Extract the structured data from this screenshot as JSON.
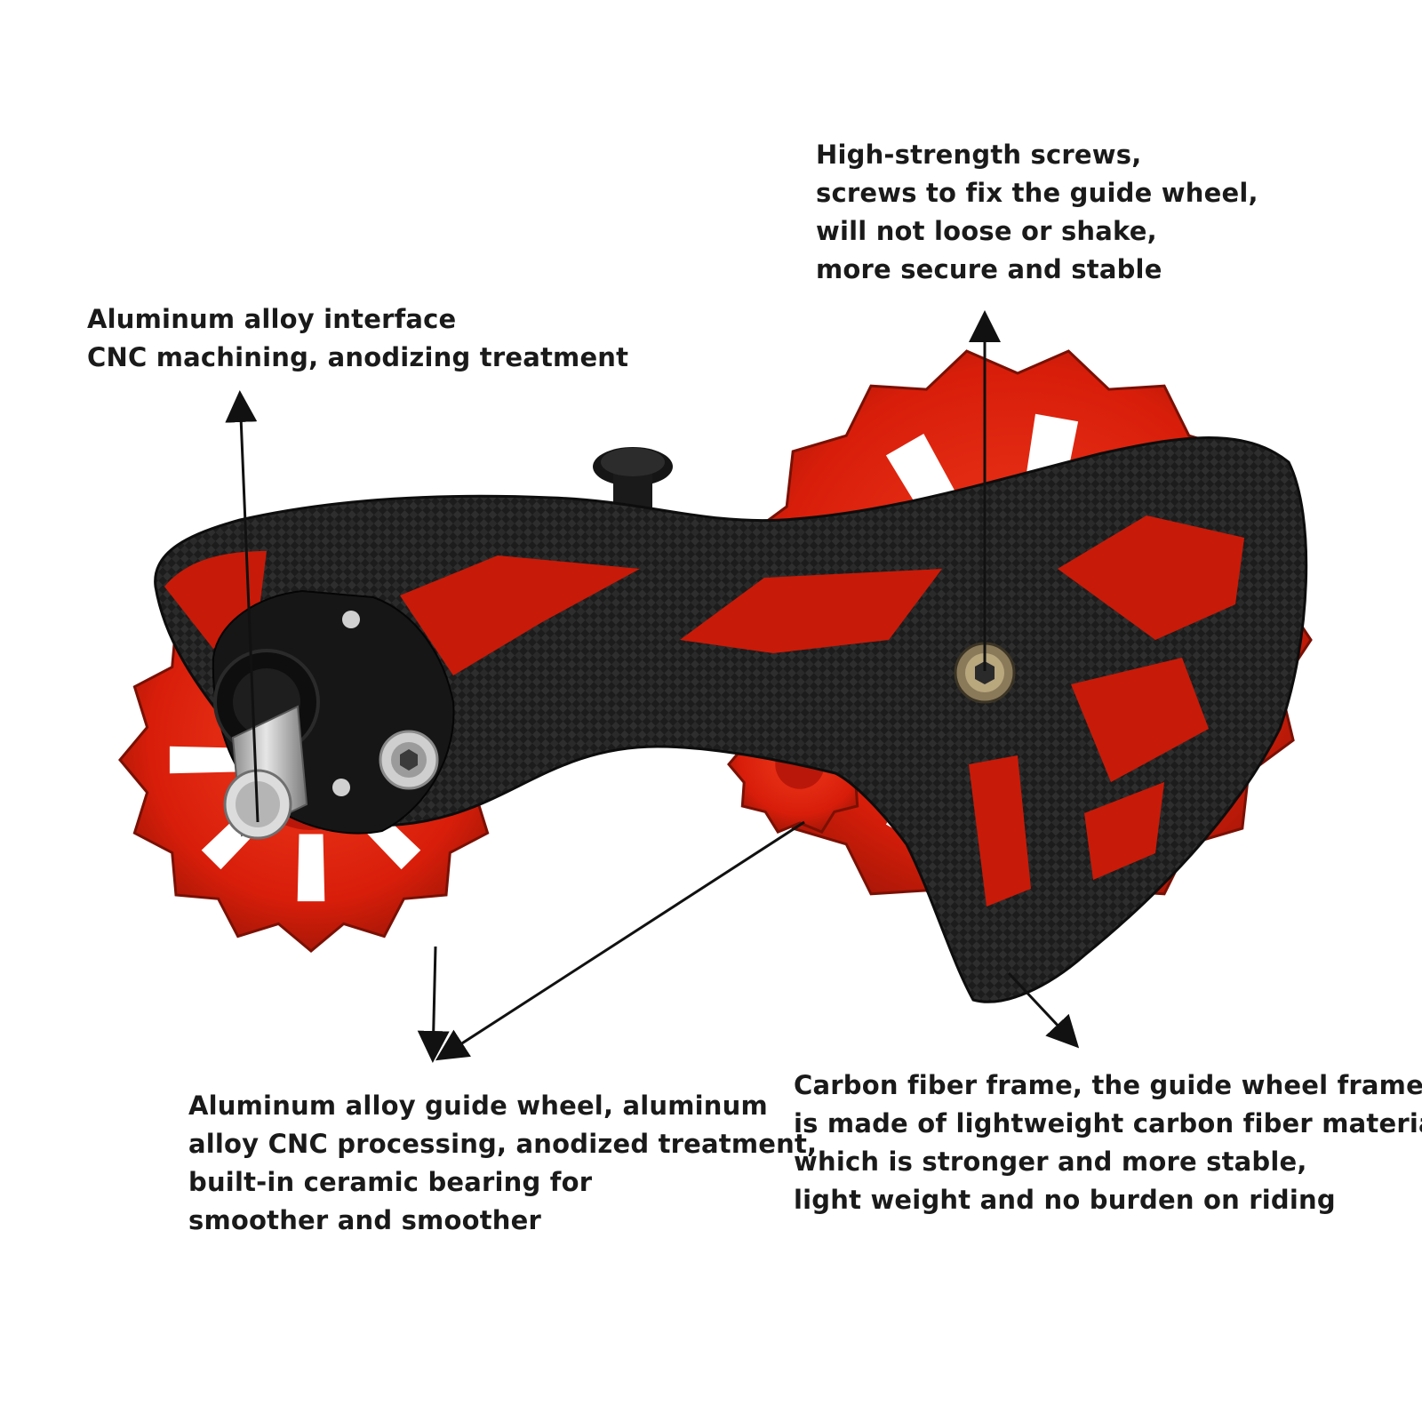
{
  "colors": {
    "background": "#ffffff",
    "text": "#1a1a1a",
    "carbon_dark": "#1c1c1c",
    "carbon_light": "#3a3a3a",
    "pulley_red": "#d81e0a",
    "pulley_red_dark": "#8e1205",
    "metal": "#c8c8c8",
    "arrow": "#111111"
  },
  "callouts": {
    "interface": {
      "lines": [
        "Aluminum alloy interface",
        "CNC machining, anodizing treatment"
      ]
    },
    "screws": {
      "lines": [
        "High-strength screws,",
        "screws to fix the guide wheel,",
        "will not loose or shake,",
        "more secure and stable"
      ]
    },
    "guide_wheel": {
      "lines": [
        "Aluminum alloy guide wheel, aluminum",
        "alloy CNC processing, anodized treatment,",
        "built-in ceramic bearing for",
        "smoother and smoother"
      ]
    },
    "frame": {
      "lines": [
        "Carbon fiber frame, the guide wheel frame",
        "is made of lightweight carbon fiber material,",
        "which is stronger and more stable,",
        "light weight and no burden on riding"
      ]
    }
  },
  "product_icons": [
    "carbon-fiber-cage",
    "red-jockey-wheel",
    "hex-screw",
    "steel-axle"
  ]
}
